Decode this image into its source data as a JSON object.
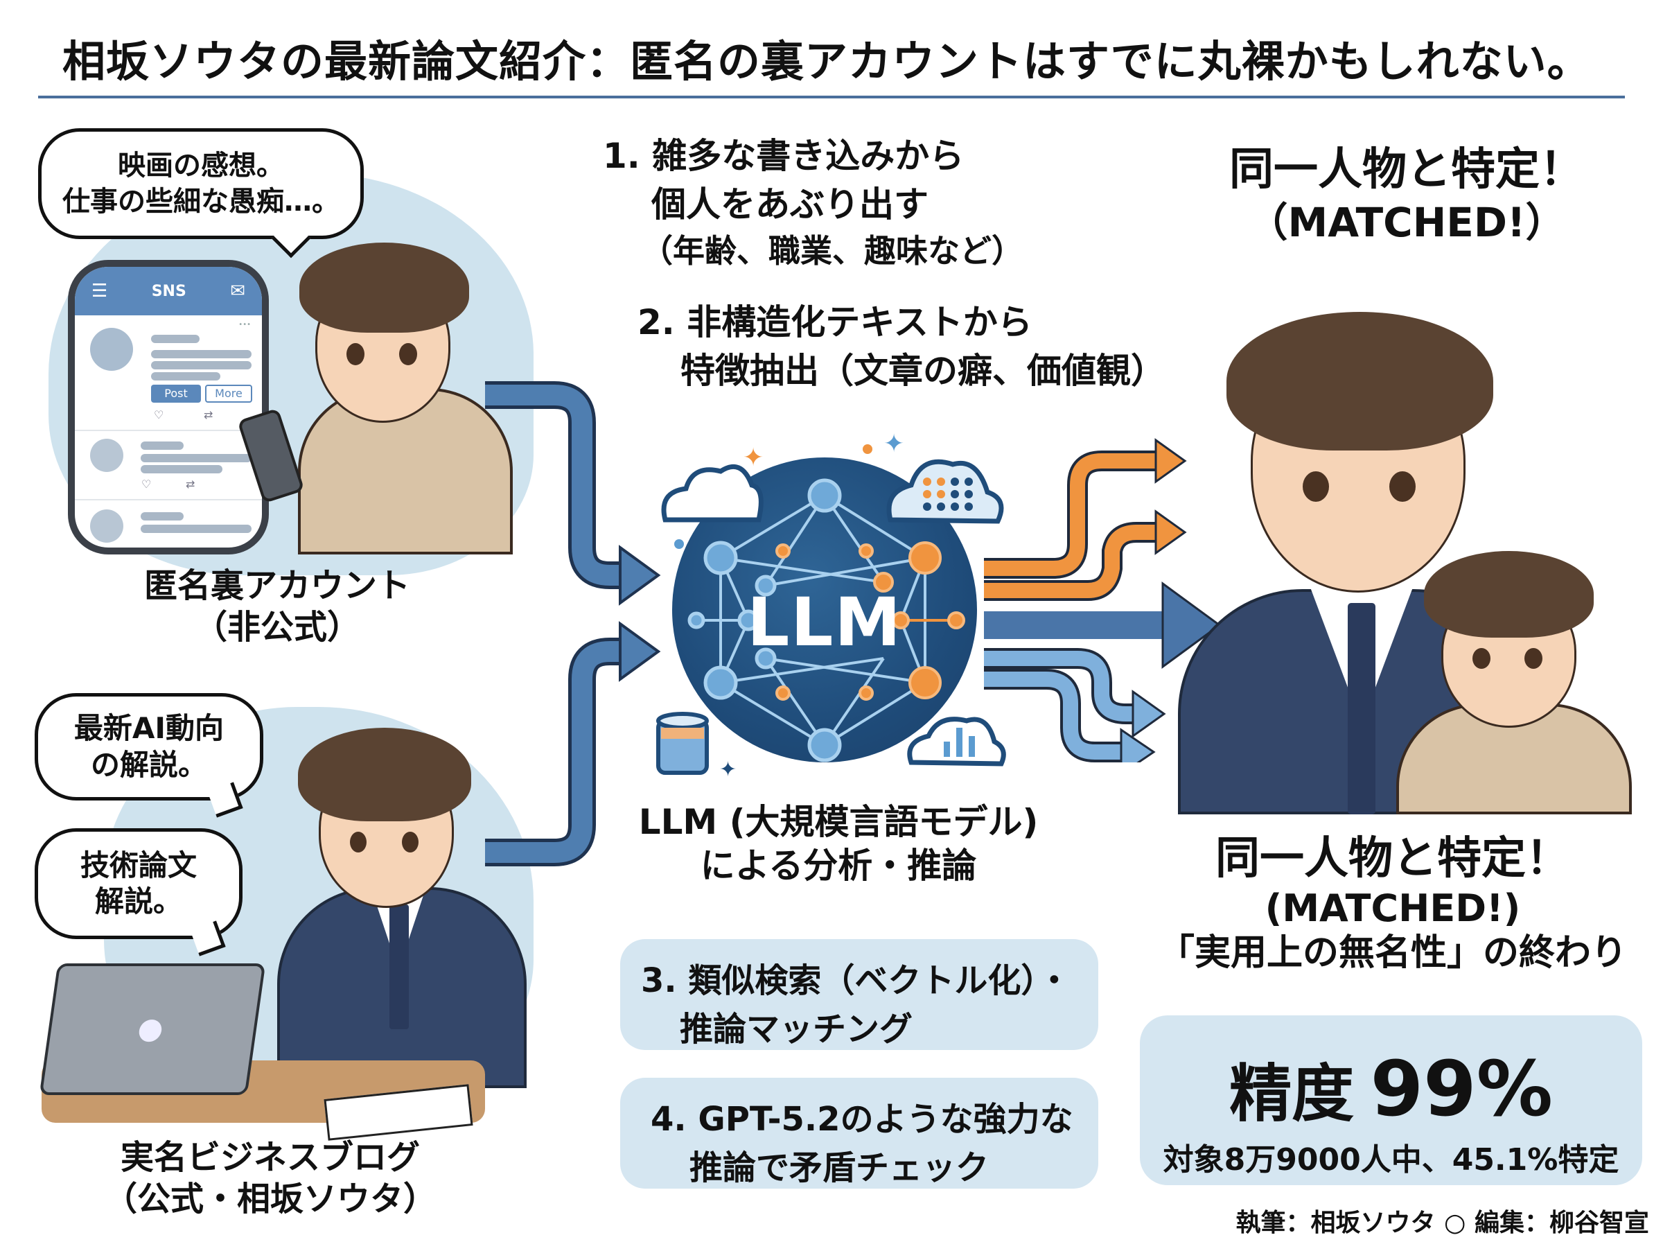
{
  "header": {
    "title": "相坂ソウタの最新論文紹介：匿名の裏アカウントはすでに丸裸かもしれない。"
  },
  "colors": {
    "rule": "#4a6f9c",
    "navy": "#1f4c7a",
    "orange": "#f0943f",
    "light_blue": "#7fb0dc",
    "card_bg": "#d5e6f1",
    "blob_bg": "#cfe3ee"
  },
  "left_top": {
    "bubble_lines": [
      "映画の感想。",
      "仕事の些細な愚痴…。"
    ],
    "phone": {
      "app_title": "SNS",
      "menu_icon": "hamburger-icon",
      "mail_icon": "mail-icon",
      "post_button": "Post",
      "more_button": "More",
      "more_dots": "•••"
    },
    "caption_lines": [
      "匿名裏アカウント",
      "（非公式）"
    ]
  },
  "left_bottom": {
    "bubble1_lines": [
      "最新AI動向",
      "の解説。"
    ],
    "bubble2_lines": [
      "技術論文",
      "解説。"
    ],
    "caption_lines": [
      "実名ビジネスブログ",
      "（公式・相坂ソウタ）"
    ]
  },
  "center": {
    "step1_lines": [
      "1. 雑多な書き込みから",
      "個人をあぶり出す",
      "（年齢、職業、趣味など）"
    ],
    "step2_lines": [
      "2. 非構造化テキストから",
      "特徴抽出（文章の癖、価値観）"
    ],
    "llm_label": "LLM",
    "llm_caption_lines": [
      "LLM (大規模言語モデル)",
      "による分析・推論"
    ],
    "step3_lines": [
      "3. 類似検索（ベクトル化）・",
      "推論マッチング"
    ],
    "step4_lines": [
      "4. GPT-5.2のような強力な",
      "推論で矛盾チェック"
    ]
  },
  "right": {
    "top_heading": "同一人物と特定！",
    "top_sub": "（MATCHED!）",
    "bottom_heading": "同一人物と特定！",
    "bottom_sub": "(MATCHED!)",
    "bottom_tagline": "「実用上の無名性」の終わり",
    "stat_label": "精度",
    "stat_value": "99%",
    "stat_detail": "対象8万9000人中、45.1%特定"
  },
  "footer": {
    "credit": "執筆：相坂ソウタ ○ 編集：柳谷智宣"
  }
}
